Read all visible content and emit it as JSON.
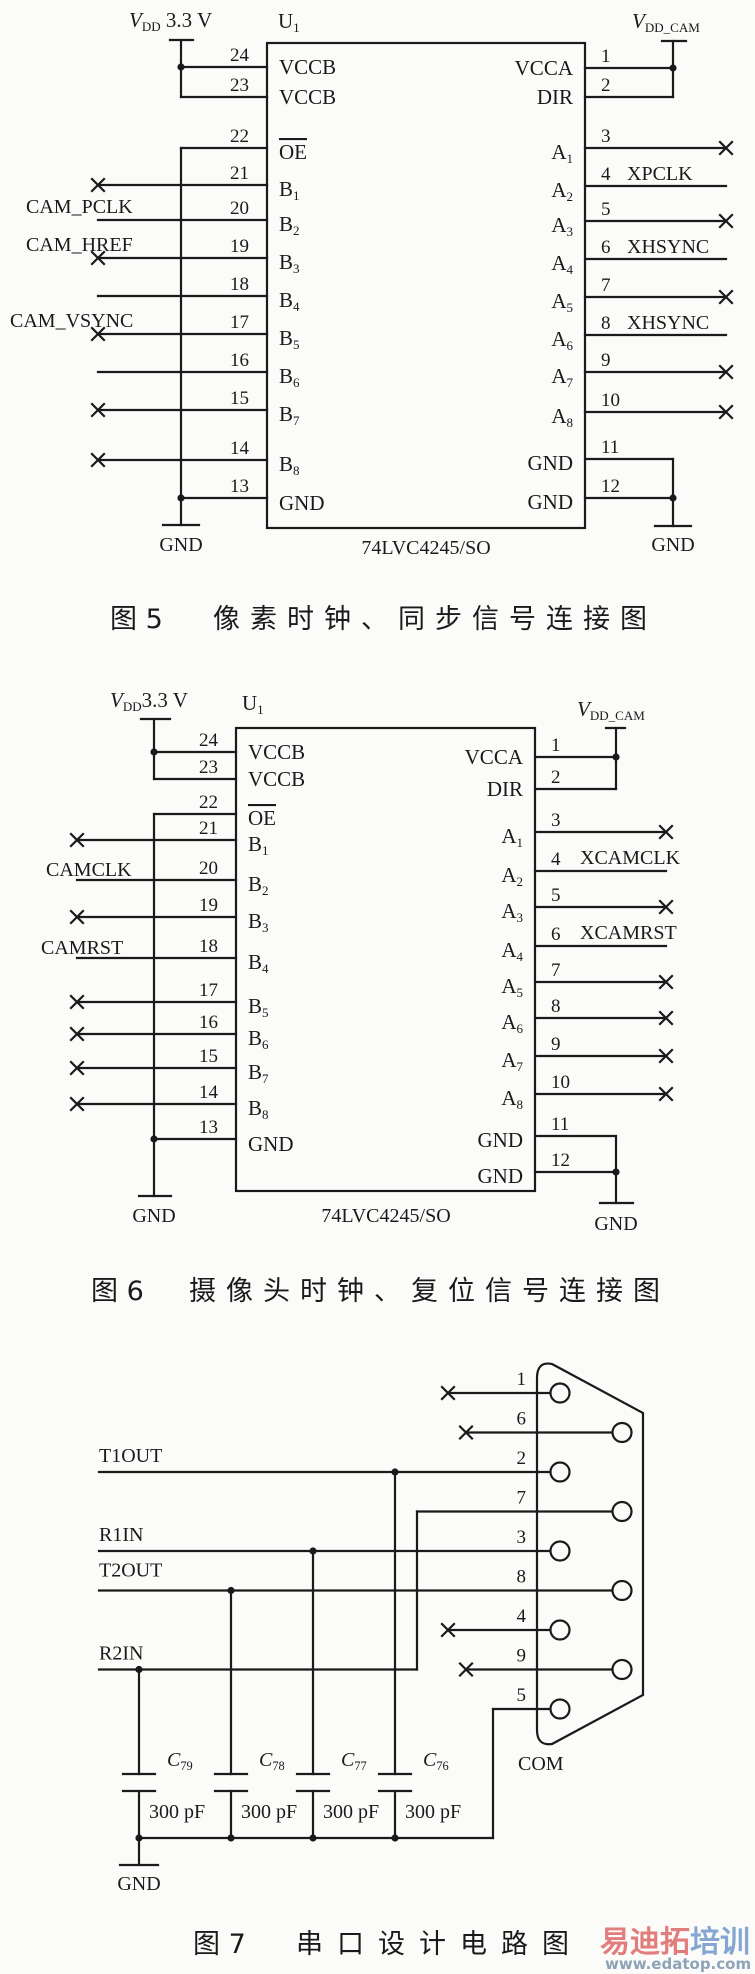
{
  "figures": [
    {
      "chip": {
        "ref": "U",
        "ref_sub": "1",
        "part": "74LVC4245/SO"
      },
      "supply_left": {
        "sym": "V",
        "sub": "DD",
        "value": " 3.3 V"
      },
      "supply_right": {
        "sym": "V",
        "sub": "DD_CAM"
      },
      "gnd_left": "GND",
      "gnd_right": "GND",
      "left_pins": [
        {
          "num": "24",
          "base": "VCCB",
          "sub": ""
        },
        {
          "num": "23",
          "base": "VCCB",
          "sub": ""
        },
        {
          "num": "22",
          "base": "OE",
          "sub": "",
          "overline": true
        },
        {
          "num": "21",
          "base": "B",
          "sub": "1",
          "end": "x"
        },
        {
          "num": "20",
          "base": "B",
          "sub": "2",
          "signal": "CAM_PCLK"
        },
        {
          "num": "19",
          "base": "B",
          "sub": "3",
          "signal": "CAM_HREF",
          "end": "x"
        },
        {
          "num": "18",
          "base": "B",
          "sub": "4",
          "end": "line"
        },
        {
          "num": "17",
          "base": "B",
          "sub": "5",
          "signal": "CAM_VSYNC",
          "end": "x"
        },
        {
          "num": "16",
          "base": "B",
          "sub": "6",
          "end": "line"
        },
        {
          "num": "15",
          "base": "B",
          "sub": "7",
          "end": "x"
        },
        {
          "num": "14",
          "base": "B",
          "sub": "8",
          "end": "x"
        },
        {
          "num": "13",
          "base": "GND",
          "sub": ""
        }
      ],
      "right_pins": [
        {
          "num": "1",
          "base": "VCCA",
          "sub": ""
        },
        {
          "num": "2",
          "base": "DIR",
          "sub": ""
        },
        {
          "num": "3",
          "base": "A",
          "sub": "1",
          "end": "x"
        },
        {
          "num": "4",
          "base": "A",
          "sub": "2",
          "signal": "XPCLK"
        },
        {
          "num": "5",
          "base": "A",
          "sub": "3",
          "end": "x"
        },
        {
          "num": "6",
          "base": "A",
          "sub": "4",
          "signal": "XHSYNC"
        },
        {
          "num": "7",
          "base": "A",
          "sub": "5",
          "end": "x"
        },
        {
          "num": "8",
          "base": "A",
          "sub": "6",
          "signal": "XHSYNC"
        },
        {
          "num": "9",
          "base": "A",
          "sub": "7",
          "end": "x"
        },
        {
          "num": "10",
          "base": "A",
          "sub": "8",
          "end": "x"
        },
        {
          "num": "11",
          "base": "GND",
          "sub": ""
        },
        {
          "num": "12",
          "base": "GND",
          "sub": ""
        }
      ],
      "caption": {
        "num": "图 5",
        "title": "像素时钟、同步信号连接图"
      }
    },
    {
      "chip": {
        "ref": "U",
        "ref_sub": "1",
        "part": "74LVC4245/SO"
      },
      "supply_left": {
        "sym": "V",
        "sub": "DD",
        "value": "3.3 V"
      },
      "supply_right": {
        "sym": "V",
        "sub": "DD_CAM"
      },
      "gnd_left": "GND",
      "gnd_right": "GND",
      "left_pins": [
        {
          "num": "24",
          "base": "VCCB",
          "sub": ""
        },
        {
          "num": "23",
          "base": "VCCB",
          "sub": ""
        },
        {
          "num": "22",
          "base": "OE",
          "sub": "",
          "overline": true
        },
        {
          "num": "21",
          "base": "B",
          "sub": "1",
          "end": "x"
        },
        {
          "num": "20",
          "base": "B",
          "sub": "2",
          "signal": "CAMCLK"
        },
        {
          "num": "19",
          "base": "B",
          "sub": "3",
          "end": "x"
        },
        {
          "num": "18",
          "base": "B",
          "sub": "4",
          "signal": "CAMRST"
        },
        {
          "num": "17",
          "base": "B",
          "sub": "5",
          "end": "x"
        },
        {
          "num": "16",
          "base": "B",
          "sub": "6",
          "end": "x"
        },
        {
          "num": "15",
          "base": "B",
          "sub": "7",
          "end": "x"
        },
        {
          "num": "14",
          "base": "B",
          "sub": "8",
          "end": "x"
        },
        {
          "num": "13",
          "base": "GND",
          "sub": ""
        }
      ],
      "right_pins": [
        {
          "num": "1",
          "base": "VCCA",
          "sub": ""
        },
        {
          "num": "2",
          "base": "DIR",
          "sub": ""
        },
        {
          "num": "3",
          "base": "A",
          "sub": "1",
          "end": "x"
        },
        {
          "num": "4",
          "base": "A",
          "sub": "2",
          "signal": "XCAMCLK"
        },
        {
          "num": "5",
          "base": "A",
          "sub": "3",
          "end": "x"
        },
        {
          "num": "6",
          "base": "A",
          "sub": "4",
          "signal": "XCAMRST"
        },
        {
          "num": "7",
          "base": "A",
          "sub": "5",
          "end": "x"
        },
        {
          "num": "8",
          "base": "A",
          "sub": "6",
          "end": "x"
        },
        {
          "num": "9",
          "base": "A",
          "sub": "7",
          "end": "x"
        },
        {
          "num": "10",
          "base": "A",
          "sub": "8",
          "end": "x"
        },
        {
          "num": "11",
          "base": "GND",
          "sub": ""
        },
        {
          "num": "12",
          "base": "GND",
          "sub": ""
        }
      ],
      "caption": {
        "num": "图 6",
        "title": "摄像头时钟、复位信号连接图"
      }
    }
  ],
  "serial": {
    "connector": "COM",
    "pins": [
      "1",
      "6",
      "2",
      "7",
      "3",
      "8",
      "4",
      "9",
      "5"
    ],
    "signals": {
      "t1out": "T1OUT",
      "r1in": "R1IN",
      "t2out": "T2OUT",
      "r2in": "R2IN"
    },
    "capacitors": [
      {
        "sym": "C",
        "sub": "79",
        "value": "300 pF"
      },
      {
        "sym": "C",
        "sub": "78",
        "value": "300 pF"
      },
      {
        "sym": "C",
        "sub": "77",
        "value": "300 pF"
      },
      {
        "sym": "C",
        "sub": "76",
        "value": "300 pF"
      }
    ],
    "gnd": "GND",
    "caption": {
      "num": "图 7",
      "title": "串口设计电路图"
    }
  },
  "watermark": {
    "brand_a": "易迪拓",
    "brand_b": "培训",
    "url": "www.edatop.com",
    "color_a": "#e27d7d",
    "color_b": "#86a6d2"
  }
}
